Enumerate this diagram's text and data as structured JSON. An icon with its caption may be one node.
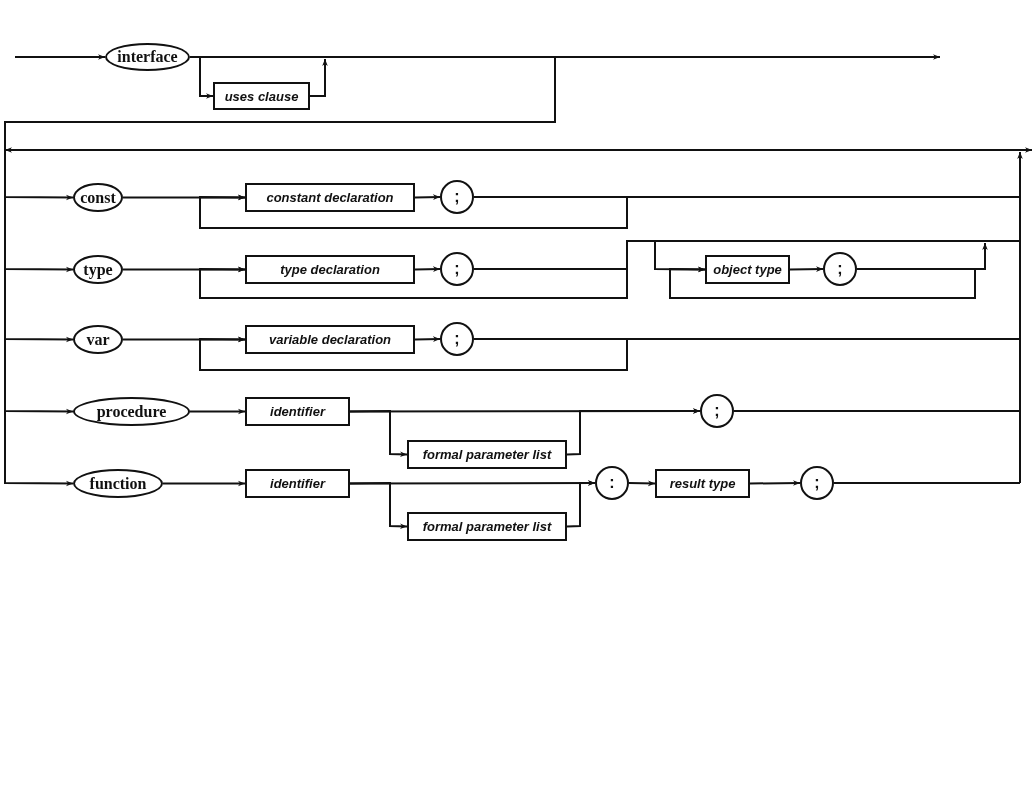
{
  "diagram": {
    "nodes": [
      {
        "text": [
          "interface"
        ]
      },
      {
        "text": [
          "uses clause"
        ]
      },
      {
        "text": [
          "const"
        ]
      },
      {
        "text": [
          "constant declaration"
        ]
      },
      {
        "text": [
          ";"
        ]
      },
      {
        "text": [
          "type"
        ]
      },
      {
        "text": [
          "type declaration"
        ]
      },
      {
        "text": [
          ";"
        ]
      },
      {
        "text": [
          "object type"
        ]
      },
      {
        "text": [
          ";"
        ]
      },
      {
        "text": [
          "var"
        ]
      },
      {
        "text": [
          "variable declaration"
        ]
      },
      {
        "text": [
          ";"
        ]
      },
      {
        "text": [
          "procedure"
        ]
      },
      {
        "text": [
          "identifier"
        ]
      },
      {
        "text": [
          "formal parameter list"
        ]
      },
      {
        "text": [
          ";"
        ]
      },
      {
        "text": [
          "function"
        ]
      },
      {
        "text": [
          "identifier"
        ]
      },
      {
        "text": [
          "formal parameter list"
        ]
      },
      {
        "text": [
          ":"
        ]
      },
      {
        "text": [
          "result type"
        ]
      },
      {
        "text": [
          ";"
        ]
      }
    ],
    "edges": [
      {
        "from": null,
        "to": 0,
        "arrow": "to"
      },
      {
        "from": 0,
        "to": null,
        "arrow": "to"
      },
      {
        "from": 0,
        "to": 1,
        "arrow": "to"
      },
      {
        "from": 1,
        "to": null,
        "arrow": "to"
      },
      {
        "from": 0,
        "to": 2,
        "arrow": "to"
      },
      {
        "from": 0,
        "to": 5,
        "arrow": "to"
      },
      {
        "from": 0,
        "to": 10,
        "arrow": "to"
      },
      {
        "from": 0,
        "to": 13,
        "arrow": "to"
      },
      {
        "from": 0,
        "to": 17,
        "arrow": "to"
      },
      {
        "from": 2,
        "to": 3,
        "arrow": "to"
      },
      {
        "from": 3,
        "to": 4,
        "arrow": "to"
      },
      {
        "from": 4,
        "to": 3,
        "arrow": "to"
      },
      {
        "from": 4,
        "to": null,
        "arrow": "none"
      },
      {
        "from": 5,
        "to": 6,
        "arrow": "to"
      },
      {
        "from": 6,
        "to": 7,
        "arrow": "to"
      },
      {
        "from": 7,
        "to": 6,
        "arrow": "to"
      },
      {
        "from": 7,
        "to": null,
        "arrow": "none"
      },
      {
        "from": 7,
        "to": 8,
        "arrow": "to"
      },
      {
        "from": 8,
        "to": 9,
        "arrow": "to"
      },
      {
        "from": 9,
        "to": 8,
        "arrow": "to"
      },
      {
        "from": 9,
        "to": null,
        "arrow": "to"
      },
      {
        "from": 10,
        "to": 11,
        "arrow": "to"
      },
      {
        "from": 11,
        "to": 12,
        "arrow": "to"
      },
      {
        "from": 12,
        "to": 11,
        "arrow": "to"
      },
      {
        "from": 12,
        "to": null,
        "arrow": "none"
      },
      {
        "from": 13,
        "to": 14,
        "arrow": "to"
      },
      {
        "from": 14,
        "to": 16,
        "arrow": "to"
      },
      {
        "from": 14,
        "to": 15,
        "arrow": "to"
      },
      {
        "from": 15,
        "to": 16,
        "arrow": "to"
      },
      {
        "from": 16,
        "to": null,
        "arrow": "none"
      },
      {
        "from": 17,
        "to": 18,
        "arrow": "to"
      },
      {
        "from": 18,
        "to": 20,
        "arrow": "to"
      },
      {
        "from": 18,
        "to": 19,
        "arrow": "to"
      },
      {
        "from": 19,
        "to": 20,
        "arrow": "to"
      },
      {
        "from": 20,
        "to": 21,
        "arrow": "to"
      },
      {
        "from": 21,
        "to": 22,
        "arrow": "to"
      },
      {
        "from": 22,
        "to": null,
        "arrow": "none"
      }
    ]
  }
}
